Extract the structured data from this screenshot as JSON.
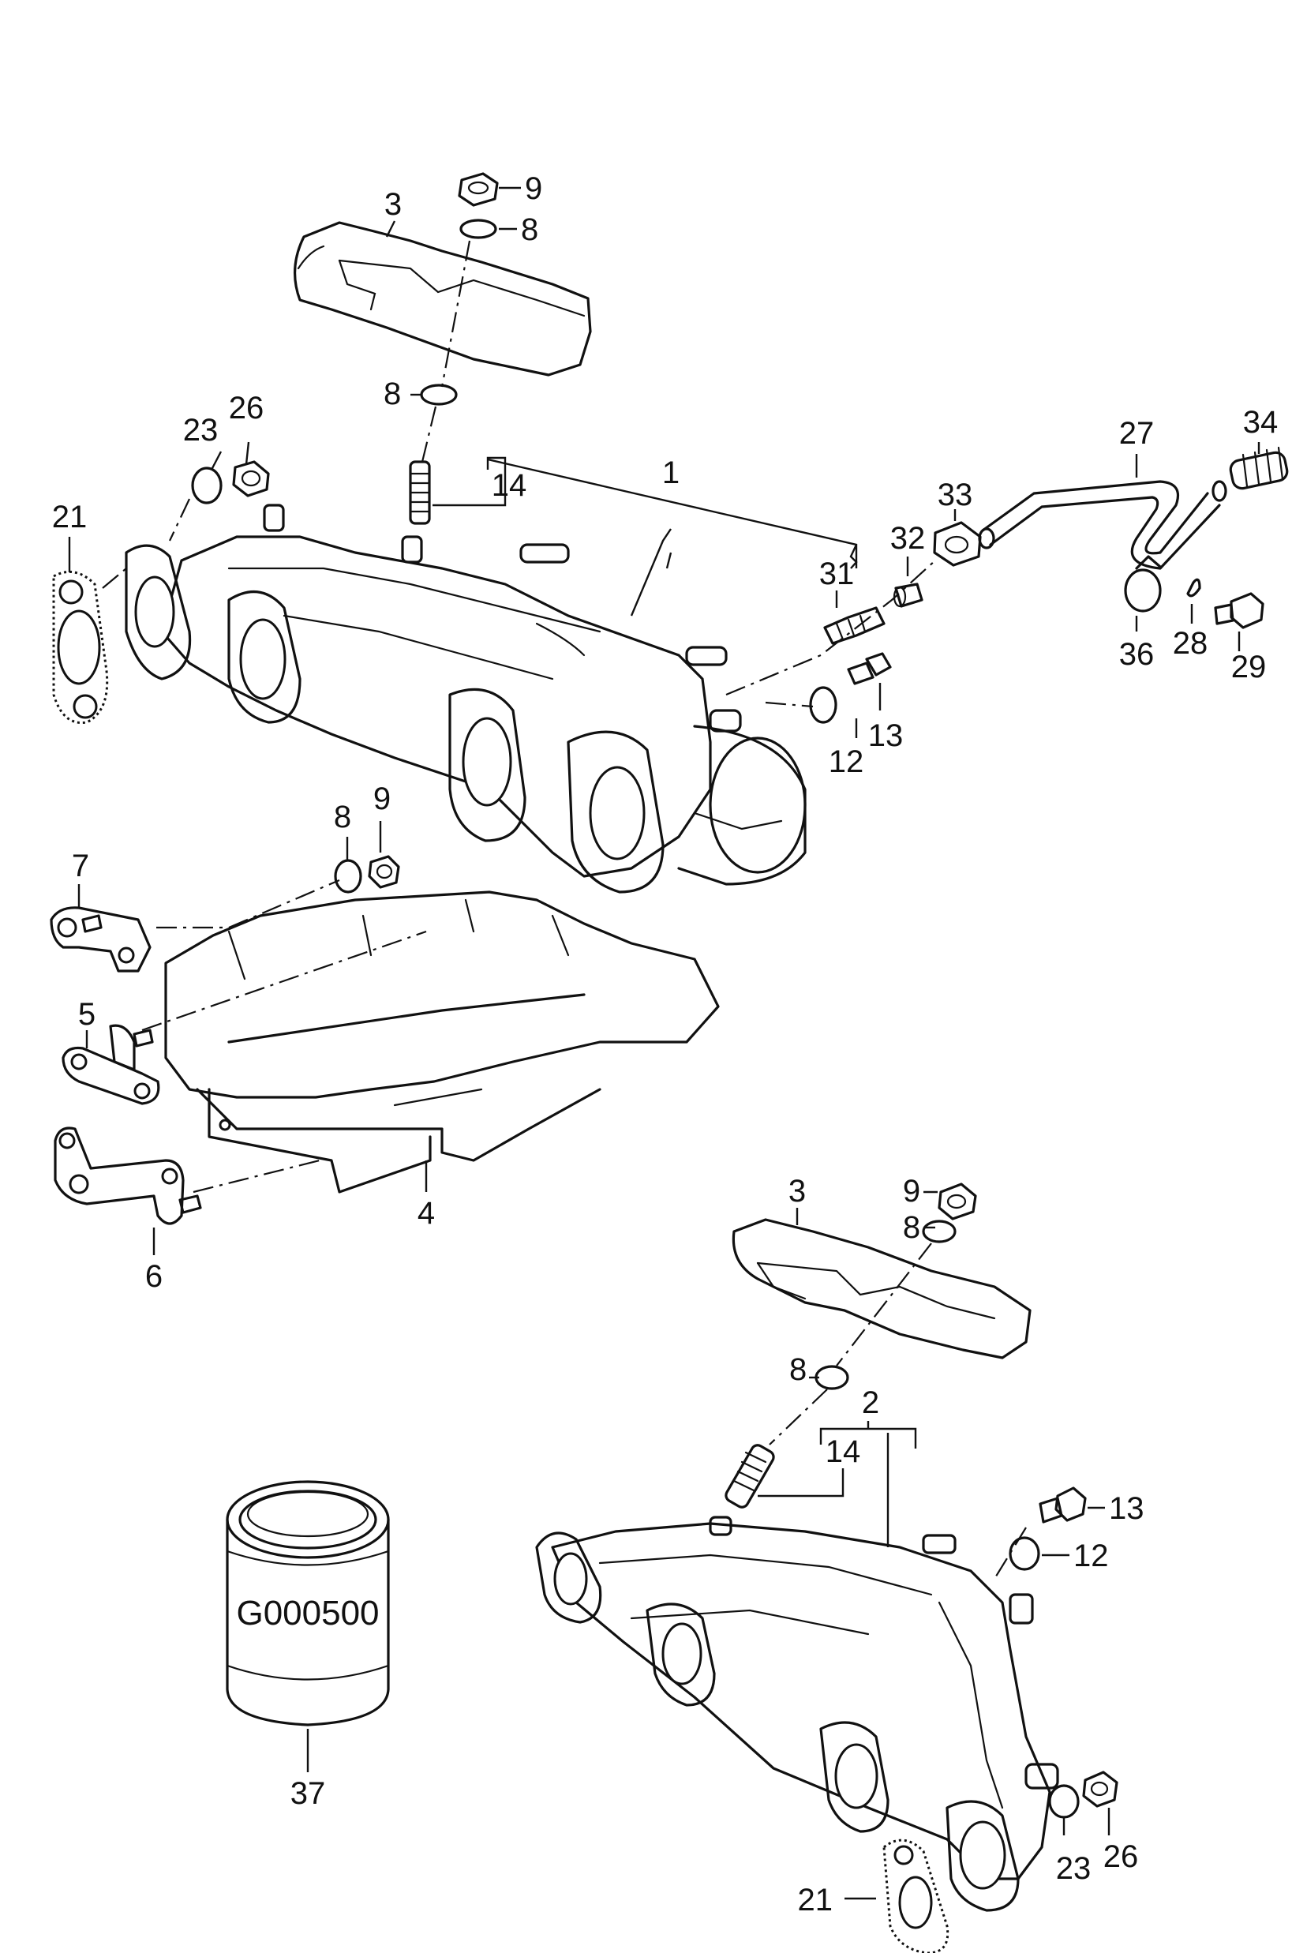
{
  "callouts": {
    "c1": "1",
    "c2": "2",
    "c3a": "3",
    "c3b": "3",
    "c4": "4",
    "c5": "5",
    "c6": "6",
    "c7": "7",
    "c8a": "8",
    "c8b": "8",
    "c8c": "8",
    "c8d": "8",
    "c8e": "8",
    "c9a": "9",
    "c9b": "9",
    "c9c": "9",
    "c12a": "12",
    "c12b": "12",
    "c13a": "13",
    "c13b": "13",
    "c14a": "14",
    "c14b": "14",
    "c21a": "21",
    "c21b": "21",
    "c23a": "23",
    "c23b": "23",
    "c26a": "26",
    "c26b": "26",
    "c27": "27",
    "c28": "28",
    "c29": "29",
    "c31": "31",
    "c32": "32",
    "c33": "33",
    "c34": "34",
    "c36": "36",
    "c37": "37"
  },
  "canister_label": "G000500"
}
